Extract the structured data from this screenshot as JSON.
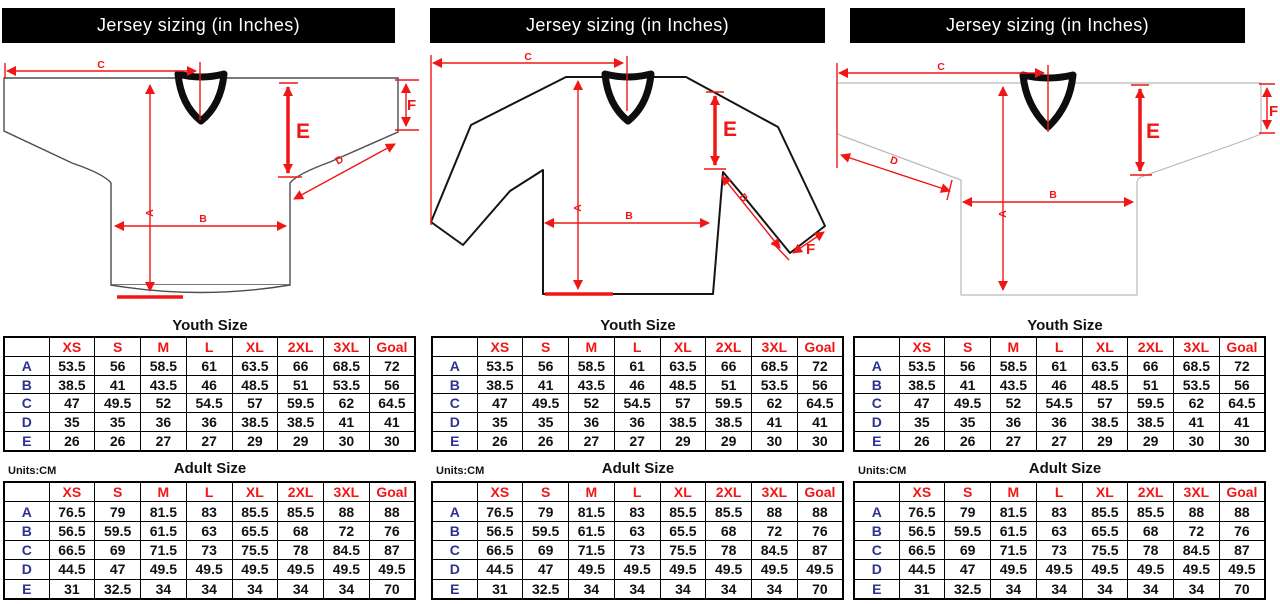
{
  "panels": [
    {
      "title": "Jersey sizing (in Inches)"
    },
    {
      "title": "Jersey sizing (in Inches)"
    },
    {
      "title": "Jersey sizing (in Inches)"
    }
  ],
  "diagram": {
    "A": "A",
    "B": "B",
    "C": "C",
    "D": "D",
    "E": "E",
    "F": "F"
  },
  "tables": {
    "youth": {
      "title": "Youth Size",
      "columns": [
        "XS",
        "S",
        "M",
        "L",
        "XL",
        "2XL",
        "3XL",
        "Goal"
      ],
      "rows": [
        {
          "label": "A",
          "values": [
            "53.5",
            "56",
            "58.5",
            "61",
            "63.5",
            "66",
            "68.5",
            "72"
          ]
        },
        {
          "label": "B",
          "values": [
            "38.5",
            "41",
            "43.5",
            "46",
            "48.5",
            "51",
            "53.5",
            "56"
          ]
        },
        {
          "label": "C",
          "values": [
            "47",
            "49.5",
            "52",
            "54.5",
            "57",
            "59.5",
            "62",
            "64.5"
          ]
        },
        {
          "label": "D",
          "values": [
            "35",
            "35",
            "36",
            "36",
            "38.5",
            "38.5",
            "41",
            "41"
          ]
        },
        {
          "label": "E",
          "values": [
            "26",
            "26",
            "27",
            "27",
            "29",
            "29",
            "30",
            "30"
          ]
        }
      ]
    },
    "adult": {
      "title": "Adult Size",
      "units_label": "Units:CM",
      "columns": [
        "XS",
        "S",
        "M",
        "L",
        "XL",
        "2XL",
        "3XL",
        "Goal"
      ],
      "rows": [
        {
          "label": "A",
          "values": [
            "76.5",
            "79",
            "81.5",
            "83",
            "85.5",
            "85.5",
            "88",
            "88"
          ]
        },
        {
          "label": "B",
          "values": [
            "56.5",
            "59.5",
            "61.5",
            "63",
            "65.5",
            "68",
            "72",
            "76"
          ]
        },
        {
          "label": "C",
          "values": [
            "66.5",
            "69",
            "71.5",
            "73",
            "75.5",
            "78",
            "84.5",
            "87"
          ]
        },
        {
          "label": "D",
          "values": [
            "44.5",
            "47",
            "49.5",
            "49.5",
            "49.5",
            "49.5",
            "49.5",
            "49.5"
          ]
        },
        {
          "label": "E",
          "values": [
            "31",
            "32.5",
            "34",
            "34",
            "34",
            "34",
            "34",
            "70"
          ]
        }
      ]
    }
  },
  "colors": {
    "accent_red": "#f01616",
    "row_label_blue": "#2e3192",
    "header_bar_bg": "#000000",
    "header_bar_text": "#ffffff"
  }
}
